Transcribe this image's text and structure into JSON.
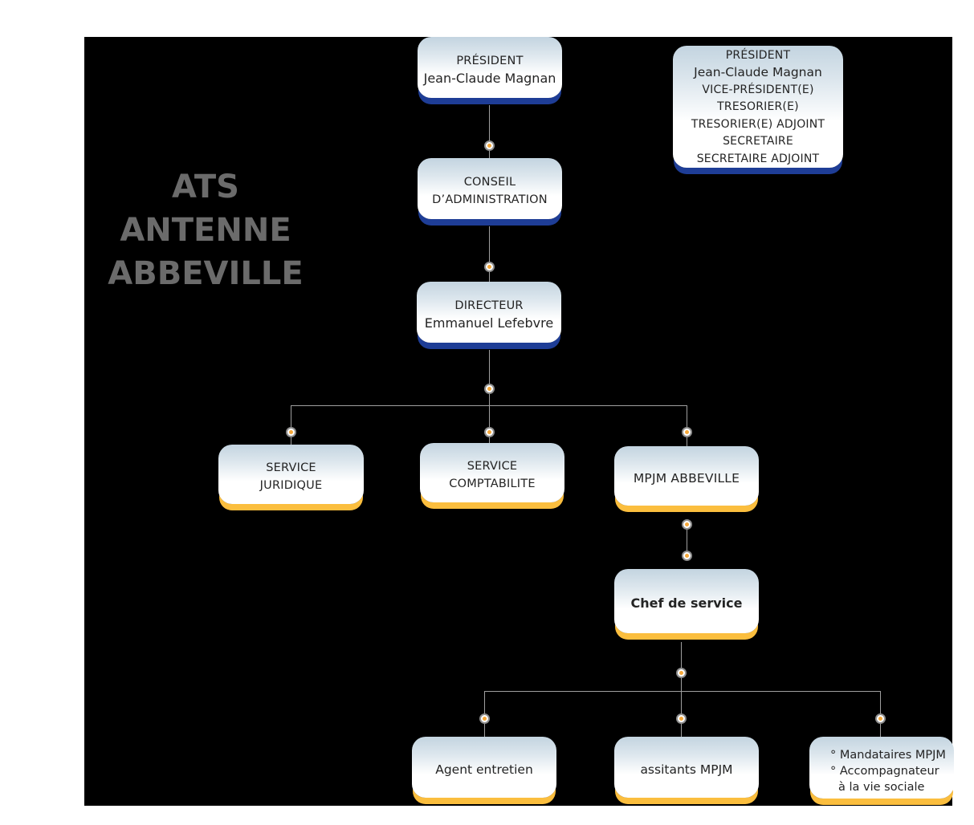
{
  "title": {
    "lines": [
      "ATS ANTENNE",
      "ABBEVILLE"
    ]
  },
  "colors": {
    "accent_blue": "#1e3d96",
    "accent_orange": "#fbbe3e",
    "box_gradient_top": "#c3d4e0",
    "box_gradient_bottom": "#ffffff",
    "canvas_background": "#000000",
    "page_background": "#ffffff",
    "title_gray": "#6b6b6b",
    "connector_gray": "#9f9f9f",
    "dot_orange": "#f6a83a",
    "text": "#242424"
  },
  "nodes": {
    "president": {
      "lines": [
        "PRÉSIDENT",
        "Jean-Claude Magnan"
      ]
    },
    "bureau": {
      "lines": [
        "PRÉSIDENT",
        "Jean-Claude Magnan",
        "VICE-PRÉSIDENT(E)",
        "TRESORIER(E)",
        "TRESORIER(E) ADJOINT",
        "SECRETAIRE",
        "SECRETAIRE ADJOINT"
      ]
    },
    "conseil": {
      "lines": [
        "CONSEIL",
        "D’ADMINISTRATION"
      ]
    },
    "directeur": {
      "lines": [
        "DIRECTEUR",
        "Emmanuel Lefebvre"
      ]
    },
    "juridique": {
      "lines": [
        "SERVICE",
        "JURIDIQUE"
      ]
    },
    "comptabilite": {
      "lines": [
        "SERVICE",
        "COMPTABILITE"
      ]
    },
    "mpjm": {
      "lines": [
        "MPJM ABBEVILLE"
      ]
    },
    "chef": {
      "lines": [
        "Chef de service"
      ]
    },
    "agent": {
      "lines": [
        "Agent entretien"
      ]
    },
    "assitants": {
      "lines": [
        "assitants MPJM"
      ]
    },
    "mandataires": {
      "lines": [
        "° Mandataires MPJM",
        "° Accompagnateur",
        "à la vie sociale"
      ]
    }
  }
}
